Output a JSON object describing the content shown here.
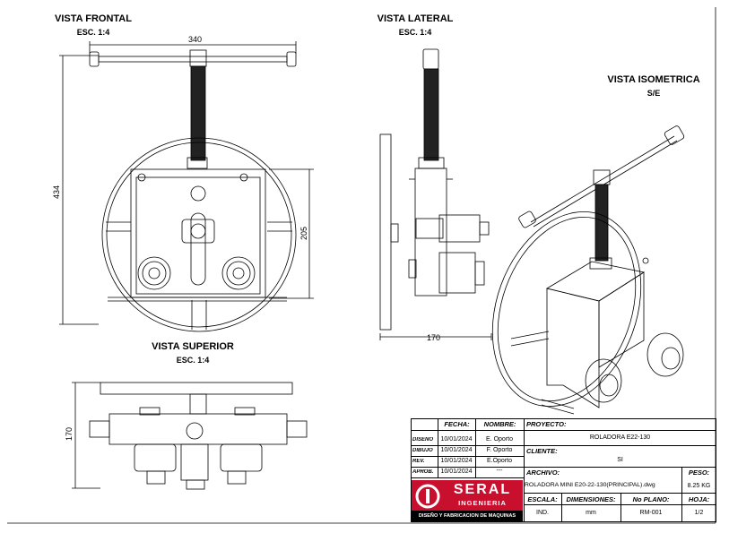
{
  "views": {
    "front": {
      "title": "VISTA FRONTAL",
      "scale": "ESC. 1:4",
      "dim_width": "340",
      "dim_height": "434",
      "dim_plate": "205"
    },
    "side": {
      "title": "VISTA LATERAL",
      "scale": "ESC. 1:4",
      "dim_depth": "170"
    },
    "iso": {
      "title": "VISTA ISOMETRICA",
      "scale": "S/E"
    },
    "top": {
      "title": "VISTA SUPERIOR",
      "scale": "ESC. 1:4",
      "dim_height": "170"
    }
  },
  "title_block": {
    "fecha_label": "FECHA:",
    "nombre_label": "NOMBRE:",
    "proyecto_label": "PROYECTO:",
    "proyecto_value": "ROLADORA E22-130",
    "rows": [
      {
        "label": "DISEÑO",
        "date": "10/01/2024",
        "name": "E. Oporto"
      },
      {
        "label": "DIBUJO",
        "date": "10/01/2024",
        "name": "F. Oporto"
      },
      {
        "label": "REV.",
        "date": "10/01/2024",
        "name": "E.Oporto"
      },
      {
        "label": "APROB.",
        "date": "10/01/2024",
        "name": "---"
      }
    ],
    "cliente_label": "CLIENTE:",
    "cliente_value": "SI",
    "archivo_label": "ARCHIVO:",
    "archivo_value": "ROLADORA MINI E20-22-130(PRINCIPAL).dwg",
    "peso_label": "PESO:",
    "peso_value": "8.25 KG",
    "escala_label": "ESCALA:",
    "escala_value": "IND.",
    "dimensiones_label": "DIMENSIONES:",
    "dimensiones_value": "mm",
    "plano_label": "No PLANO:",
    "plano_value": "RM-001",
    "hoja_label": "HOJA:",
    "hoja_value": "1/2"
  },
  "logo": {
    "name": "SERAL",
    "subtitle": "INGENIERIA",
    "tagline": "DISEÑO Y FABRICACION DE MAQUINAS",
    "color": "#c8102e"
  }
}
